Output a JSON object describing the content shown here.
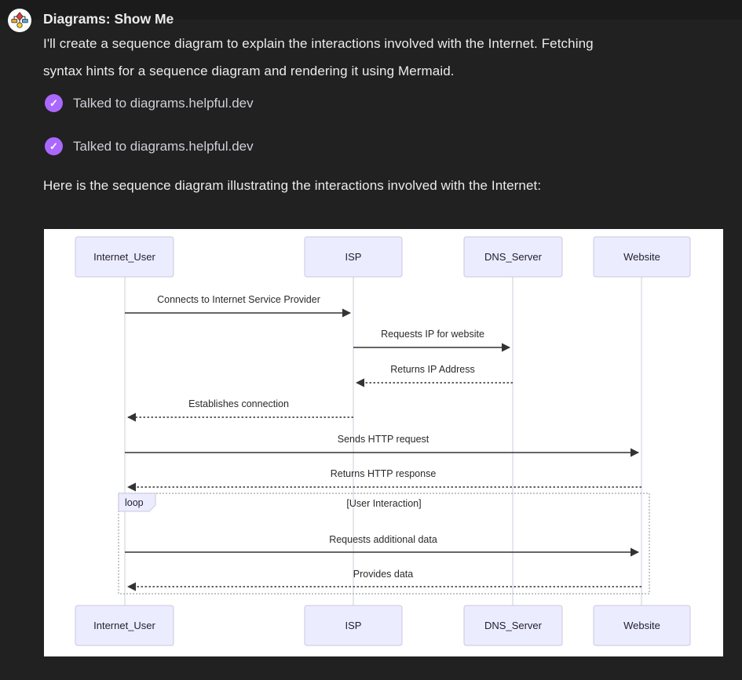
{
  "colors": {
    "background": "#212121",
    "top_band": "#1b1b1b",
    "text_primary": "#ececec",
    "text_secondary": "#cfcfd6",
    "accent_purple": "#ab68ff",
    "panel_background": "#ffffff",
    "actor_fill": "#ececff",
    "actor_border": "#c9c9e0",
    "lifeline": "#ccccdd",
    "signal": "#333333",
    "loop_border": "#b0b0b0",
    "icon_diamond": "#dd3e37",
    "icon_left_rect": "#eda33b",
    "icon_right_rect": "#57a7dd",
    "icon_circle": "#f3cf2b"
  },
  "header": {
    "plugin_name": "Diagrams: Show Me"
  },
  "assistant": {
    "intro_lines": [
      "I'll create a sequence diagram to explain the interactions involved with the Internet. Fetching",
      "syntax hints for a sequence diagram and rendering it using Mermaid."
    ],
    "outro": "Here is the sequence diagram illustrating the interactions involved with the Internet:"
  },
  "tool_calls": [
    {
      "icon": "check-icon",
      "check_glyph": "✓",
      "label": "Talked to diagrams.helpful.dev"
    },
    {
      "icon": "check-icon",
      "check_glyph": "✓",
      "label": "Talked to diagrams.helpful.dev"
    }
  ],
  "diagram": {
    "type": "mermaid-sequence",
    "actors": [
      "Internet_User",
      "ISP",
      "DNS_Server",
      "Website"
    ],
    "messages": [
      {
        "from": "Internet_User",
        "to": "ISP",
        "label": "Connects to Internet Service Provider",
        "line": "solid"
      },
      {
        "from": "ISP",
        "to": "DNS_Server",
        "label": "Requests IP for website",
        "line": "solid"
      },
      {
        "from": "DNS_Server",
        "to": "ISP",
        "label": "Returns IP Address",
        "line": "dashed"
      },
      {
        "from": "ISP",
        "to": "Internet_User",
        "label": "Establishes connection",
        "line": "dashed"
      },
      {
        "from": "Internet_User",
        "to": "Website",
        "label": "Sends HTTP request",
        "line": "solid"
      },
      {
        "from": "Website",
        "to": "Internet_User",
        "label": "Returns HTTP response",
        "line": "dashed"
      },
      {
        "from": "Internet_User",
        "to": "Website",
        "label": "Requests additional data",
        "line": "solid",
        "in_loop": true
      },
      {
        "from": "Website",
        "to": "Internet_User",
        "label": "Provides data",
        "line": "dashed",
        "in_loop": true
      }
    ],
    "loop": {
      "keyword": "loop",
      "condition": "[User Interaction]"
    }
  }
}
